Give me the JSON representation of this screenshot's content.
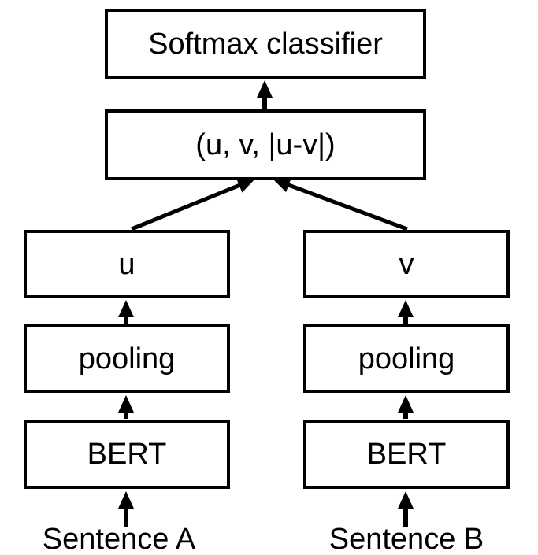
{
  "diagram": {
    "boxes": {
      "softmax": {
        "label": "Softmax classifier"
      },
      "concat": {
        "label": "(u, v, |u-v|)"
      },
      "u": {
        "label": "u"
      },
      "v": {
        "label": "v"
      },
      "pooling_a": {
        "label": "pooling"
      },
      "pooling_b": {
        "label": "pooling"
      },
      "bert_a": {
        "label": "BERT"
      },
      "bert_b": {
        "label": "BERT"
      }
    },
    "inputs": {
      "sentence_a": {
        "label": "Sentence A"
      },
      "sentence_b": {
        "label": "Sentence B"
      }
    },
    "colors": {
      "ink": "#000000",
      "box_fill": "#ffffff",
      "background": "#ffffff"
    }
  }
}
